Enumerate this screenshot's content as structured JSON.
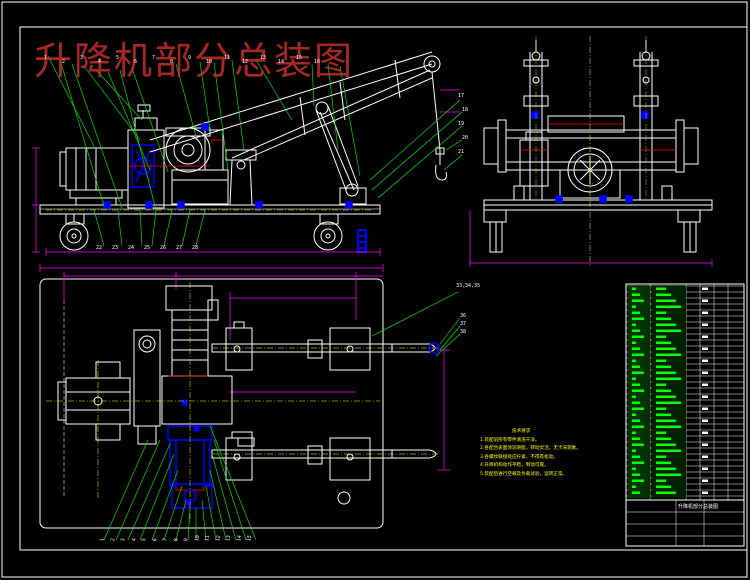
{
  "drawing": {
    "title": "升降机部分总装图"
  },
  "callouts": {
    "front_view": [
      "1",
      "2",
      "3",
      "4",
      "5",
      "6",
      "7",
      "8",
      "9",
      "10",
      "11",
      "12",
      "13",
      "14",
      "15",
      "16",
      "17",
      "18",
      "19",
      "20",
      "21",
      "22",
      "23",
      "24",
      "25",
      "26",
      "27",
      "28"
    ],
    "plan_top": "33,34,35",
    "plan_right": [
      "36",
      "37",
      "38"
    ],
    "plan_bottom": [
      "1",
      "2",
      "3",
      "4",
      "5",
      "6",
      "7",
      "8",
      "9",
      "10",
      "11",
      "12",
      "13",
      "14",
      "15"
    ]
  },
  "notes": {
    "title": "技术要求",
    "items": [
      "1.装配前所有零件清洗干净。",
      "2.各配合表面涂润滑脂，转动灵活，无卡滞现象。",
      "3.各螺纹联接处应拧紧，不得有松动。",
      "4.升降机构动作平稳，制动可靠。",
      "5.装配后进行空载及负载试验，运转正常。"
    ]
  },
  "title_block": {
    "drawing_name": "升降机部分总装图"
  },
  "colors": {
    "background": "#000000",
    "outline": "#ffffff",
    "dimension": "#ff00ff",
    "leader": "#00ff00",
    "fastener": "#0000ff",
    "hidden": "#ff0000",
    "centerline": "#ffff00",
    "title": "#c4302b"
  }
}
